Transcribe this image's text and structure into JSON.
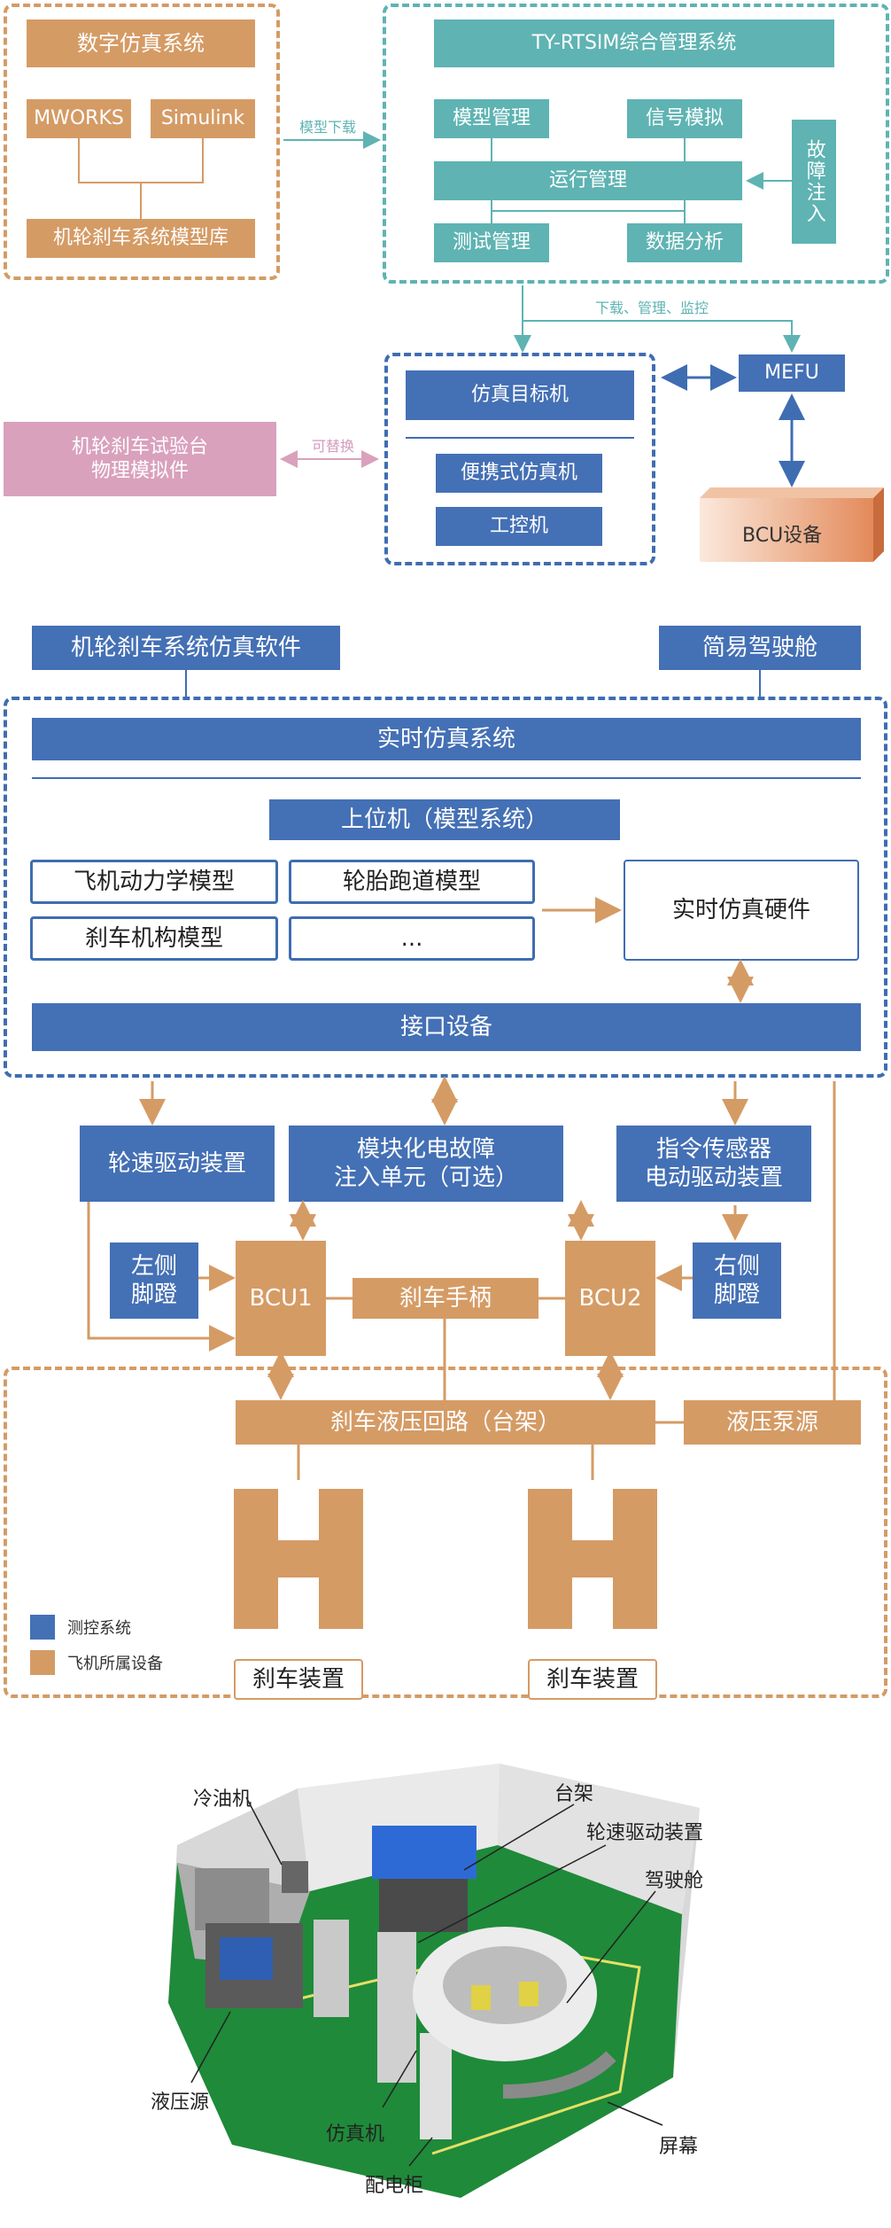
{
  "colors": {
    "orange": "#d59b65",
    "teal": "#5fb3b3",
    "blue": "#4470b5",
    "pink": "#d9a1bc"
  },
  "s1": {
    "digital_sim": "数字仿真系统",
    "mworks": "MWORKS",
    "simulink": "Simulink",
    "model_lib": "机轮刹车系统模型库",
    "model_download": "模型下载",
    "ty_title": "TY-RTSIM综合管理系统",
    "model_mgmt": "模型管理",
    "signal_sim": "信号模拟",
    "run_mgmt": "运行管理",
    "fault_inject": "故障注入",
    "test_mgmt": "测试管理",
    "data_analysis": "数据分析",
    "download_manage_monitor": "下载、管理、监控",
    "sim_target": "仿真目标机",
    "portable_sim": "便携式仿真机",
    "ipc": "工控机",
    "mefu": "MEFU",
    "bench_l1": "机轮刹车试验台",
    "bench_l2": "物理模拟件",
    "replaceable": "可替换",
    "bcu_device": "BCU设备"
  },
  "s2": {
    "software": "机轮刹车系统仿真软件",
    "cockpit": "简易驾驶舱",
    "rt_system": "实时仿真系统",
    "host": "上位机（模型系统）",
    "aircraft_model": "飞机动力学模型",
    "tire_model": "轮胎跑道模型",
    "brake_model": "刹车机构模型",
    "ellipsis": "...",
    "rt_hardware": "实时仿真硬件",
    "interface": "接口设备",
    "wheel_drive": "轮速驱动装置",
    "fault_l1": "模块化电故障",
    "fault_l2": "注入单元（可选）",
    "cmd_l1": "指令传感器",
    "cmd_l2": "电动驱动装置",
    "left_l1": "左侧",
    "left_l2": "脚蹬",
    "bcu1": "BCU1",
    "brake_handle": "刹车手柄",
    "bcu2": "BCU2",
    "right_l1": "右侧",
    "right_l2": "脚蹬",
    "hyd_loop": "刹车液压回路（台架）",
    "pump": "液压泵源",
    "legend_measure": "测控系统",
    "legend_aircraft": "飞机所属设备",
    "brake_dev1": "刹车装置",
    "brake_dev2": "刹车装置"
  },
  "s3": {
    "oil_cooler": "冷油机",
    "bench": "台架",
    "wheel_drive": "轮速驱动装置",
    "cockpit": "驾驶舱",
    "hydraulic": "液压源",
    "simulator": "仿真机",
    "power_cabinet": "配电柜",
    "screen": "屏幕"
  }
}
